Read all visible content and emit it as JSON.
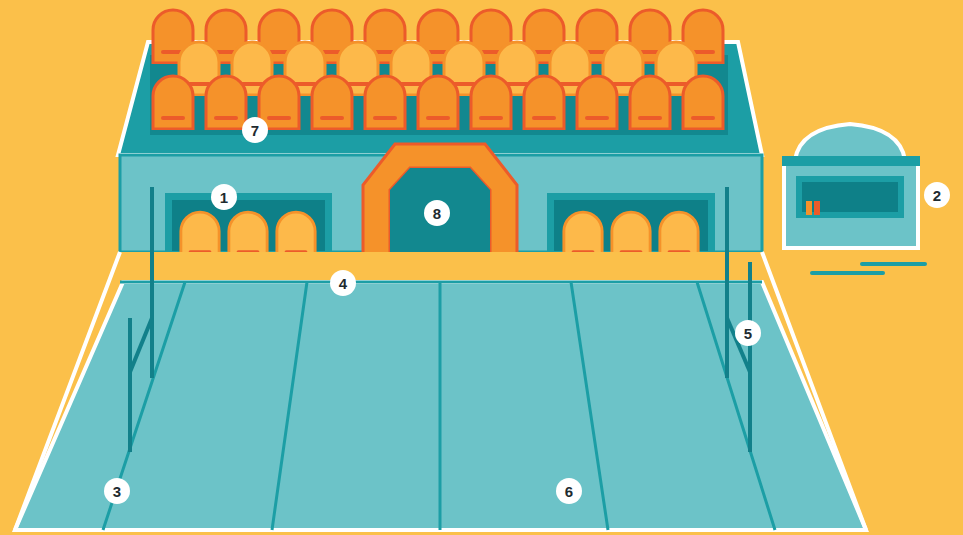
{
  "diagram": {
    "labels": [
      "7",
      "1",
      "8",
      "2",
      "4",
      "5",
      "3",
      "6"
    ]
  }
}
